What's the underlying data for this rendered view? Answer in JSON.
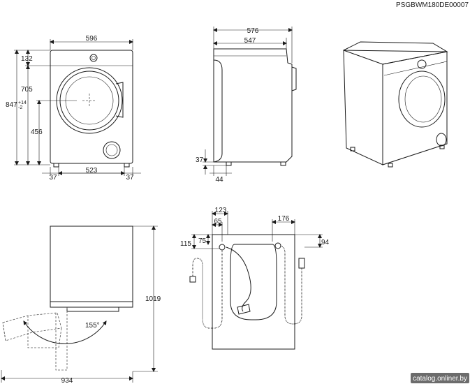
{
  "model_code": "PSGBWM180DE00007",
  "watermark": "catalog.onliner.by",
  "front_view": {
    "width": "596",
    "top_panel_height": "132",
    "door_top": "705",
    "total_height": "847",
    "height_tol_plus": "+14",
    "height_tol_minus": "-2",
    "door_center_height": "456",
    "feet_span": "523",
    "left_foot_offset": "37",
    "right_foot_offset": "37"
  },
  "side_view": {
    "depth_total": "576",
    "depth_body": "547",
    "foot_height": "37",
    "foot_depth": "44"
  },
  "door_open_view": {
    "depth_open": "934",
    "height_open": "1019",
    "door_angle": "155°"
  },
  "rear_view": {
    "hose_left": "123",
    "inlet_left": "65",
    "drain_width": "176",
    "inlet_from_top": "115",
    "inlet_center": "75",
    "drain_from_top": "94"
  }
}
